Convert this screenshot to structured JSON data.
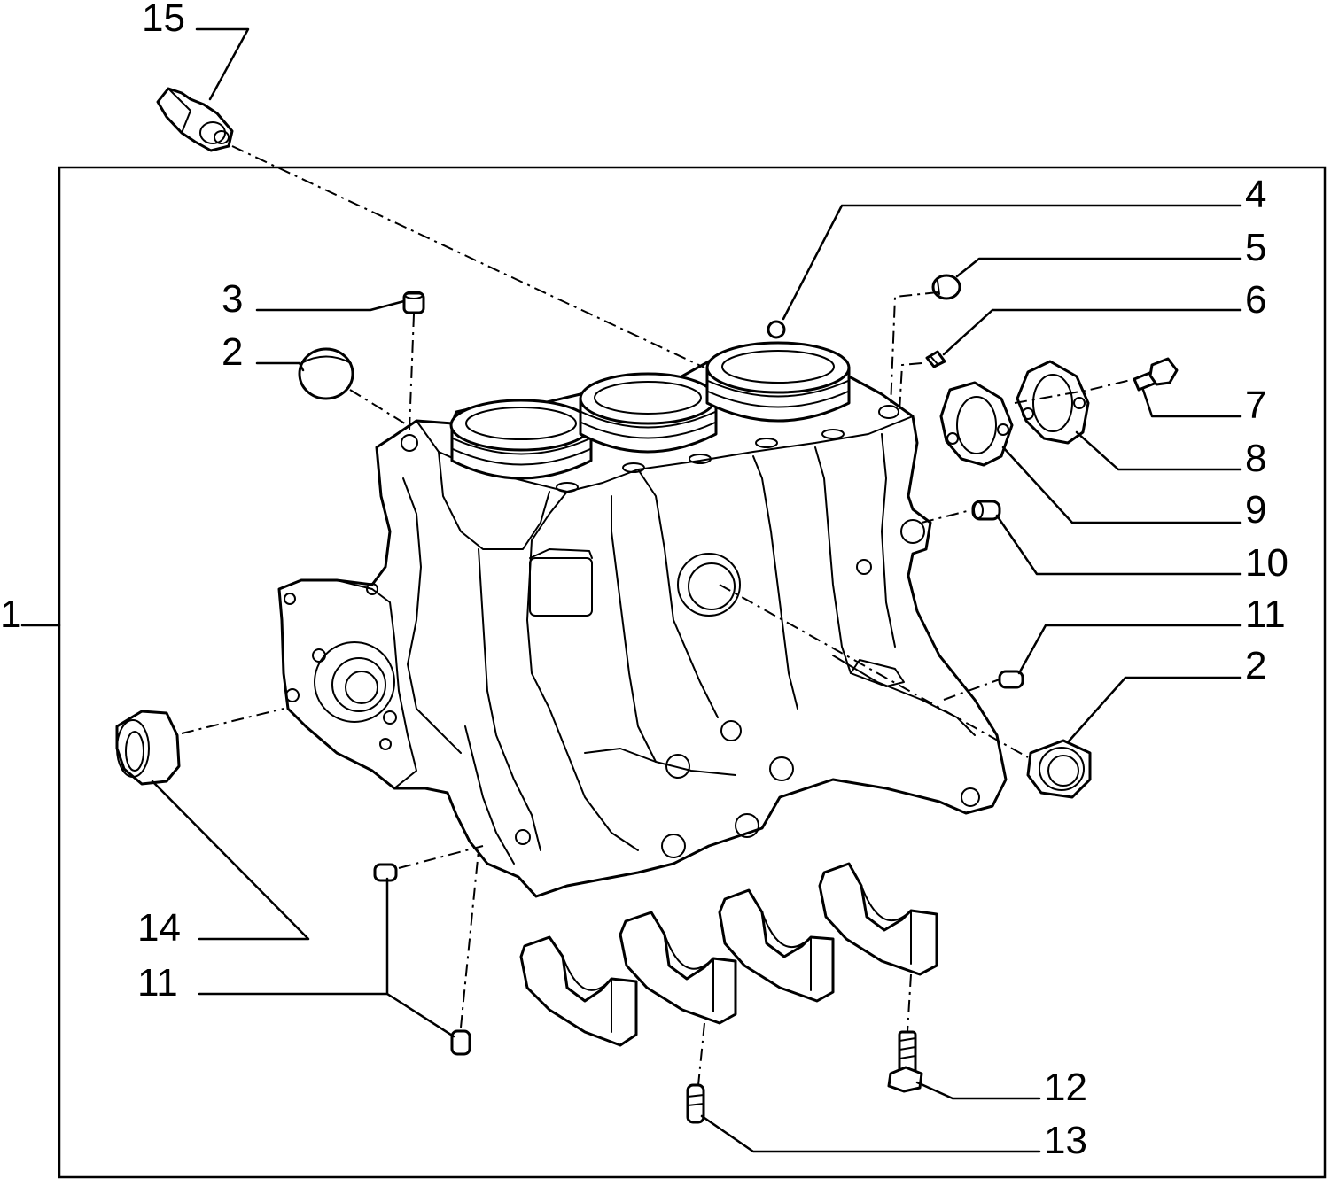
{
  "callouts": {
    "c15": "15",
    "c4": "4",
    "c5": "5",
    "c6": "6",
    "c3": "3",
    "c2_top": "2",
    "c7": "7",
    "c8": "8",
    "c9": "9",
    "c10": "10",
    "c1": "1",
    "c11_right": "11",
    "c2_right": "2",
    "c14": "14",
    "c11_left": "11",
    "c12": "12",
    "c13": "13"
  },
  "icons": {
    "engine_block": "engine-block-icon",
    "bearing_cap": "main-bearing-cap-icon",
    "seal": "oil-seal-icon",
    "plug": "core-plug-icon",
    "dowel": "dowel-pin-icon",
    "sensor": "pressure-switch-icon",
    "gasket": "flange-gasket-icon",
    "screw": "screw-icon"
  }
}
